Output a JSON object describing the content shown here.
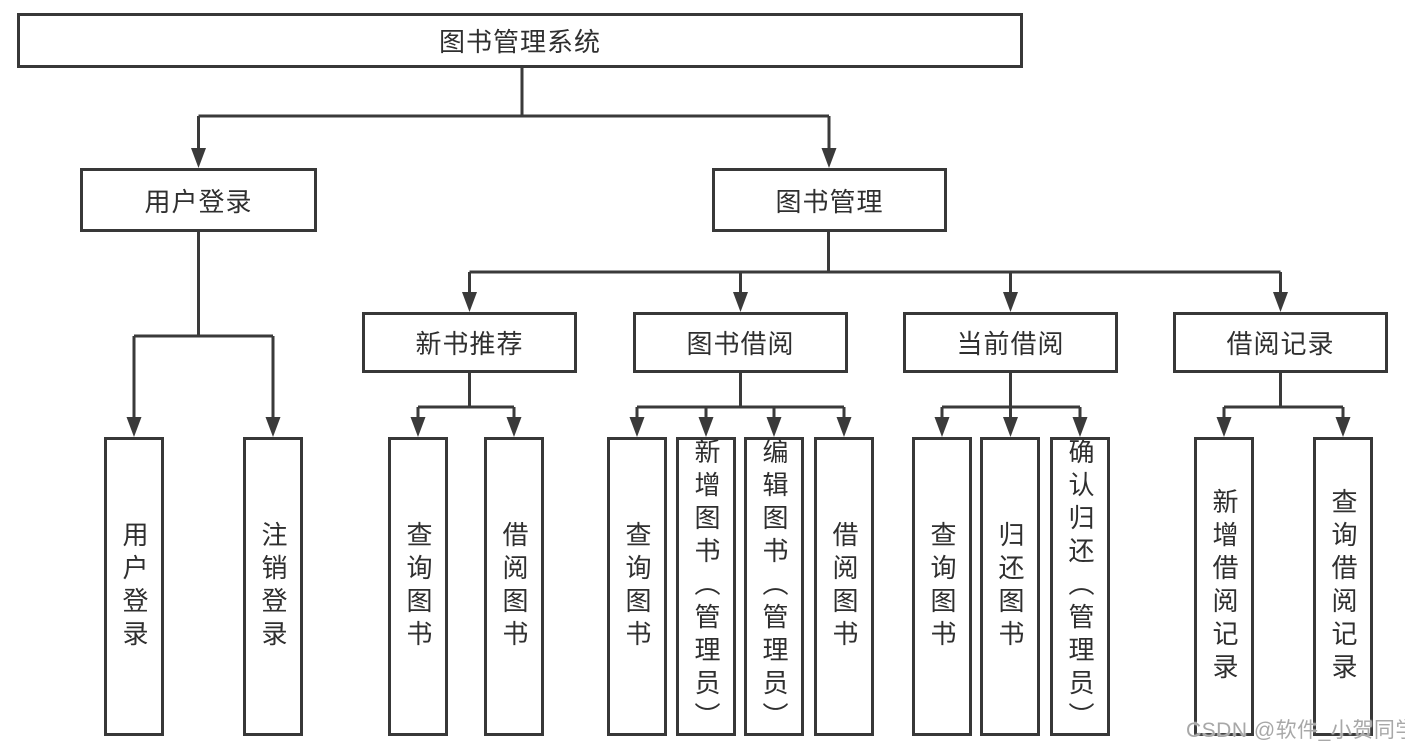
{
  "tree": {
    "root_label": "图书管理系统",
    "children": [
      {
        "label": "用户登录",
        "children": [
          {
            "label": "用户登录"
          },
          {
            "label": "注销登录"
          }
        ]
      },
      {
        "label": "图书管理",
        "children": [
          {
            "label": "新书推荐",
            "children": [
              {
                "label": "查询图书"
              },
              {
                "label": "借阅图书"
              }
            ]
          },
          {
            "label": "图书借阅",
            "children": [
              {
                "label": "查询图书"
              },
              {
                "label": "新增图书（管理员）"
              },
              {
                "label": "编辑图书（管理员）"
              },
              {
                "label": "借阅图书"
              }
            ]
          },
          {
            "label": "当前借阅",
            "children": [
              {
                "label": "查询图书"
              },
              {
                "label": "归还图书"
              },
              {
                "label": "确认归还（管理员）"
              }
            ]
          },
          {
            "label": "借阅记录",
            "children": [
              {
                "label": "新增借阅记录"
              },
              {
                "label": "查询借阅记录"
              }
            ]
          }
        ]
      }
    ]
  },
  "watermark": {
    "text": "CSDN @软件_小贺同学"
  },
  "colors": {
    "background": "#ffffff",
    "line": "#3a3a3a",
    "box_border": "#383838",
    "text": "#2f2f2f",
    "watermark": "#a8a8a8"
  }
}
